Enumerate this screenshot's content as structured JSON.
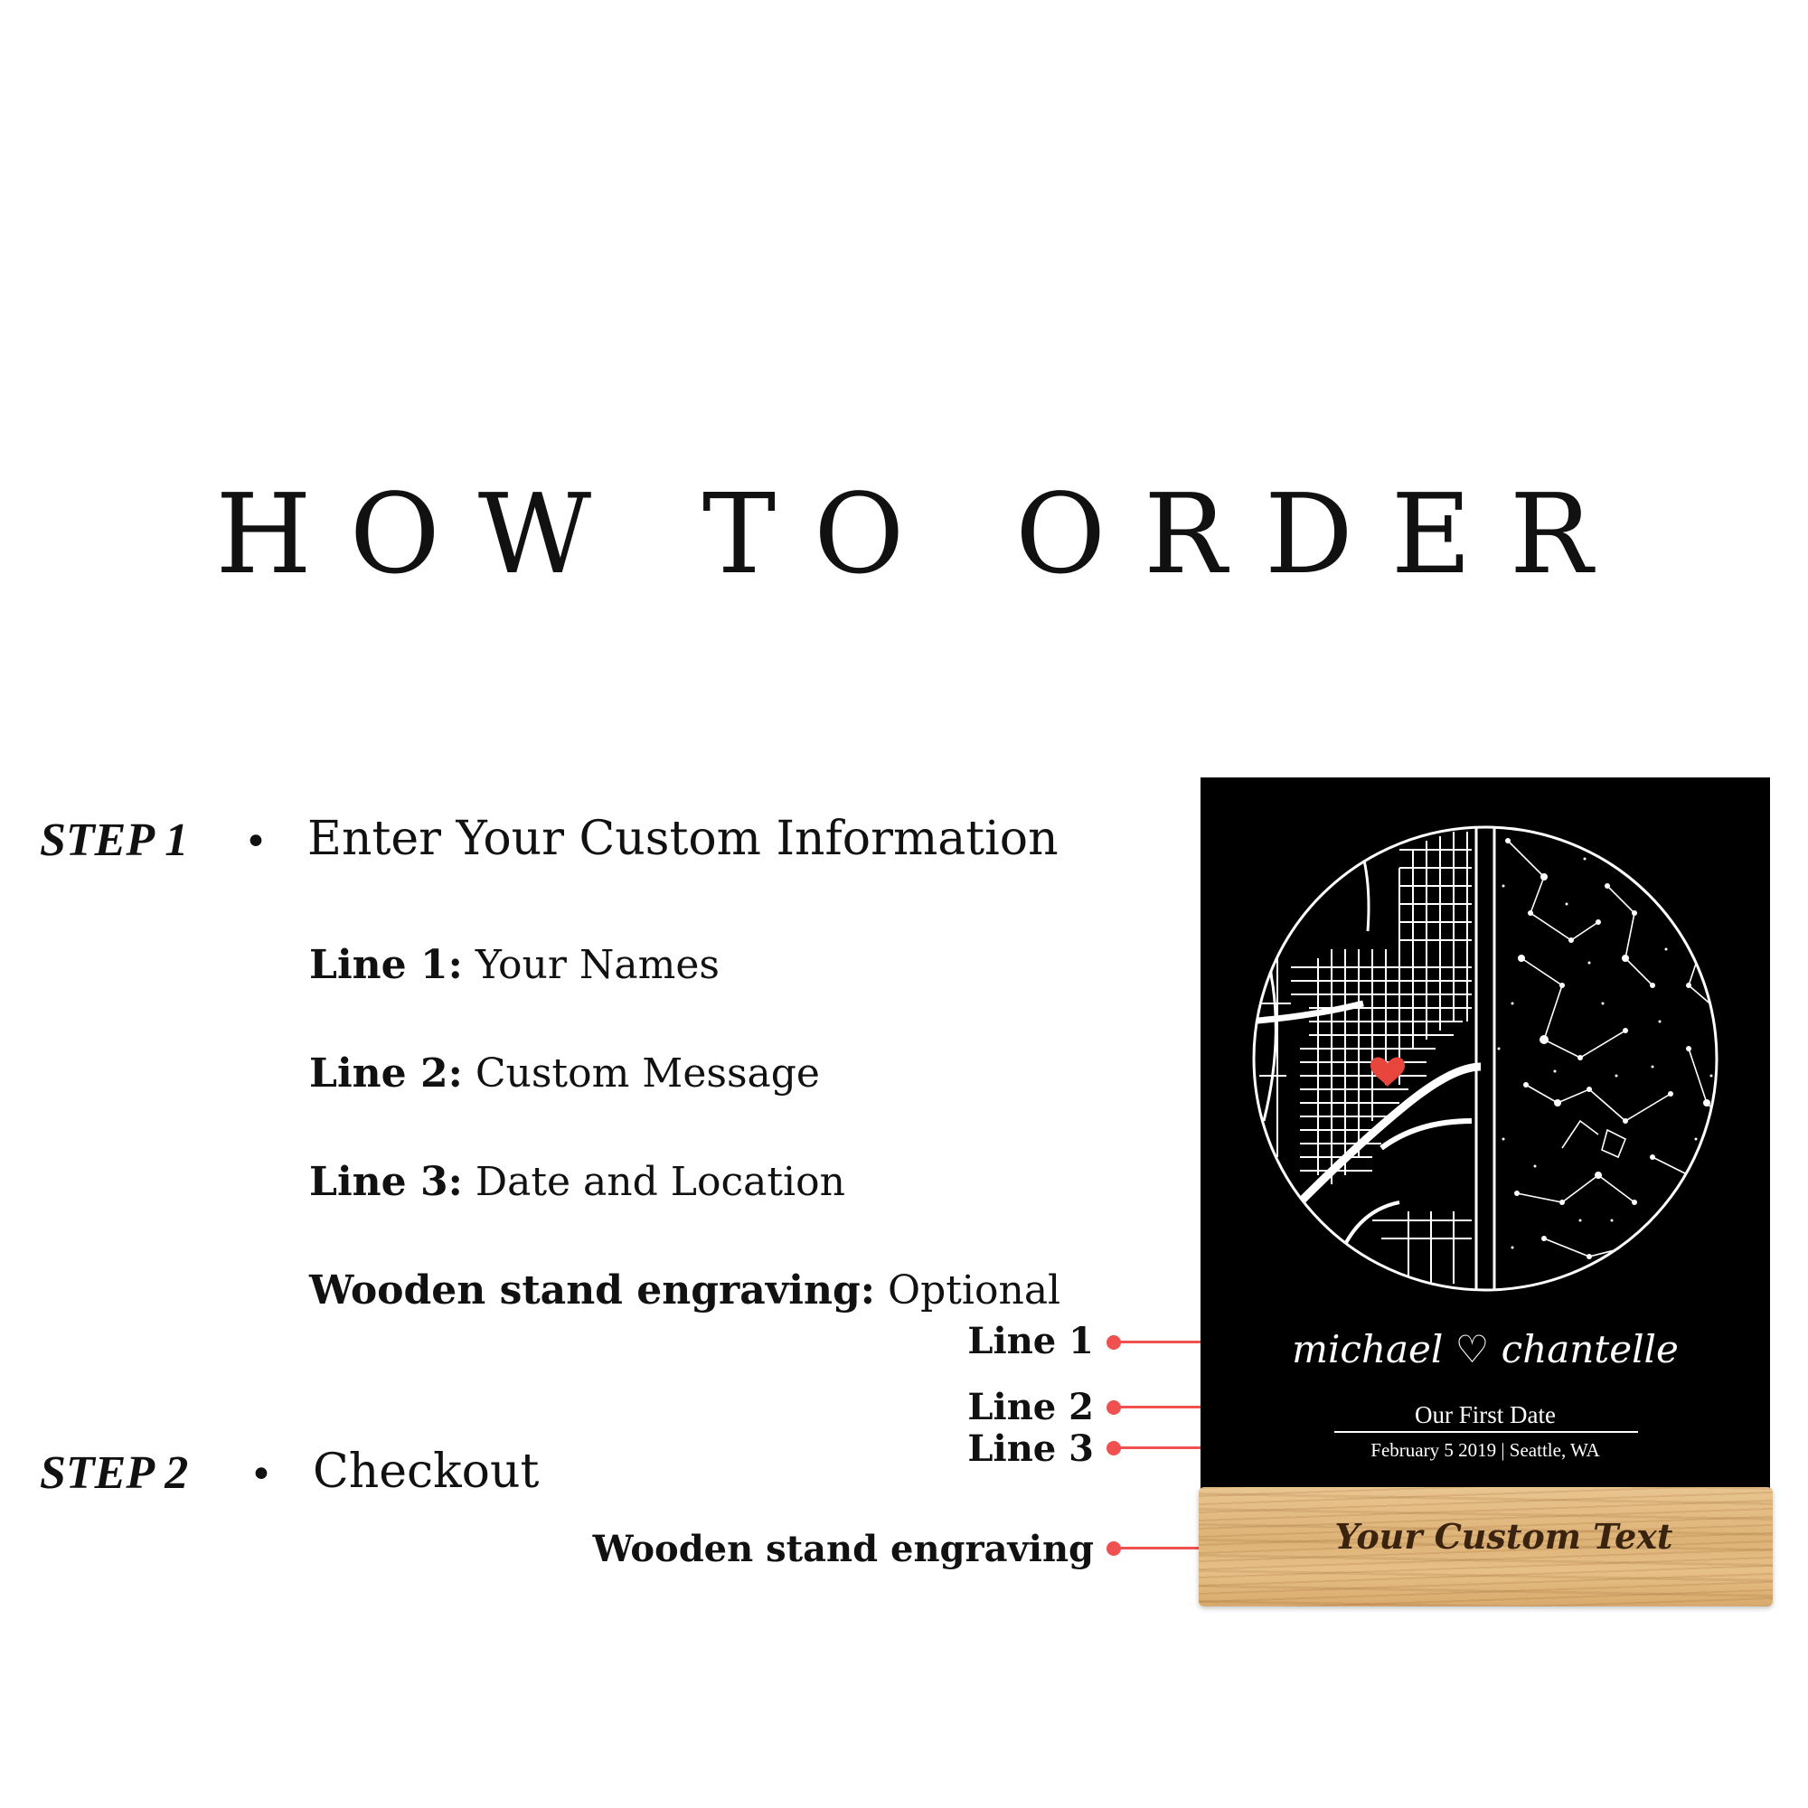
{
  "title": "HOW TO ORDER",
  "step1": {
    "label": "STEP 1",
    "bullet": "•",
    "text": "Enter Your Custom Information",
    "lines": [
      {
        "key": "Line 1:",
        "value": "Your Names"
      },
      {
        "key": "Line 2:",
        "value": "Custom Message"
      },
      {
        "key": "Line 3:",
        "value": "Date and Location"
      },
      {
        "key": "Wooden stand engraving:",
        "value": "Optional"
      }
    ]
  },
  "step2": {
    "label": "STEP 2",
    "bullet": "•",
    "text": "Checkout"
  },
  "callouts": {
    "line1": "Line 1",
    "line2": "Line 2",
    "line3": "Line 3",
    "stand": "Wooden stand engraving"
  },
  "product": {
    "names": "michael ♡ chantelle",
    "message": "Our First Date",
    "date_location": "February 5 2019 | Seattle, WA",
    "engraving": "Your Custom Text"
  },
  "colors": {
    "accent": "#f0504f",
    "poster": "#000000",
    "heart": "#e8453c"
  }
}
